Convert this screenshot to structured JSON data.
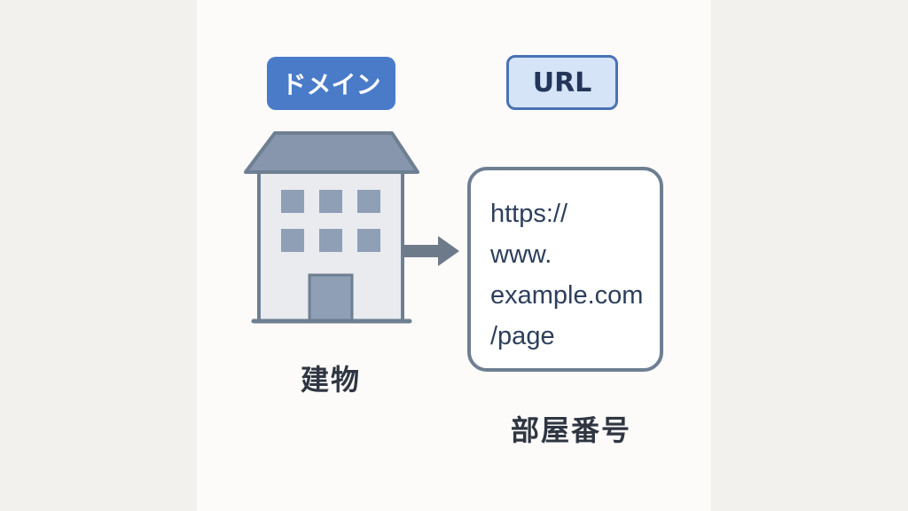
{
  "domain_badge": {
    "label": "ドメイン"
  },
  "url_badge": {
    "label": "URL"
  },
  "url_box": {
    "lines": [
      "https://",
      "www.",
      "example.com",
      "/page"
    ]
  },
  "captions": {
    "building": "建物",
    "room_number": "部屋番号"
  },
  "colors": {
    "badge_blue": "#4a7bc8",
    "badge_light": "#d6e4f8",
    "building_roof": "#8796ad",
    "building_body": "#e9ebef",
    "outline": "#6e7f92",
    "arrow": "#6d7a8a"
  },
  "icons": {
    "building": "office-building-icon",
    "arrow": "right-arrow-icon"
  }
}
